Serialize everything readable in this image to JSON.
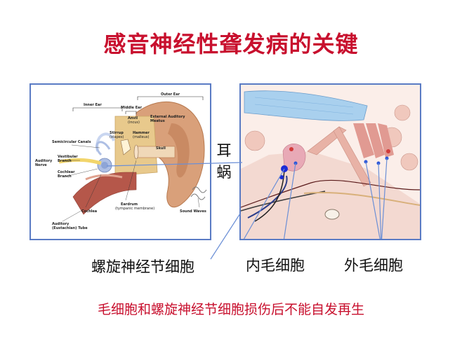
{
  "title": "感音神经性聋发病的关键",
  "left_diagram": {
    "labels": {
      "inner_ear": "Inner Ear",
      "middle_ear": "Middle Ear",
      "outer_ear": "Outer Ear",
      "anvil": "Anvil",
      "incus": "(incus)",
      "external_auditory": "External Auditory",
      "meatus": "Meatus",
      "semicircular_canals": "Semicircular Canals",
      "stirrup": "Stirrup",
      "stapes": "(stapes)",
      "hammer": "Hammer",
      "malleus": "(malleus)",
      "skull": "Skull",
      "vestibular": "Vestibular",
      "branch_1": "Branch",
      "auditory_nerve_1": "Auditory",
      "auditory_nerve_2": "Nerve",
      "cochlear": "Cochlear",
      "branch_2": "Branch",
      "eardrum": "Eardrum",
      "tympanic": "(tympanic membrane)",
      "cochlea": "Cochlea",
      "sound_waves": "Sound Waves",
      "auditory_tube": "Auditory",
      "eustachian": "(Eustachian) Tube"
    }
  },
  "cochlea_label": [
    "耳",
    "蜗"
  ],
  "captions": {
    "spiral_ganglion": "螺旋神经节细胞",
    "inner_hair": "内毛细胞",
    "outer_hair": "外毛细胞"
  },
  "footer": "毛细胞和螺旋神经节细胞损伤后不能自发再生",
  "colors": {
    "title": "#c8102e",
    "footer": "#c8102e",
    "panel_border": "#5a7bc4",
    "pointer_line": "#6b8fd6"
  }
}
